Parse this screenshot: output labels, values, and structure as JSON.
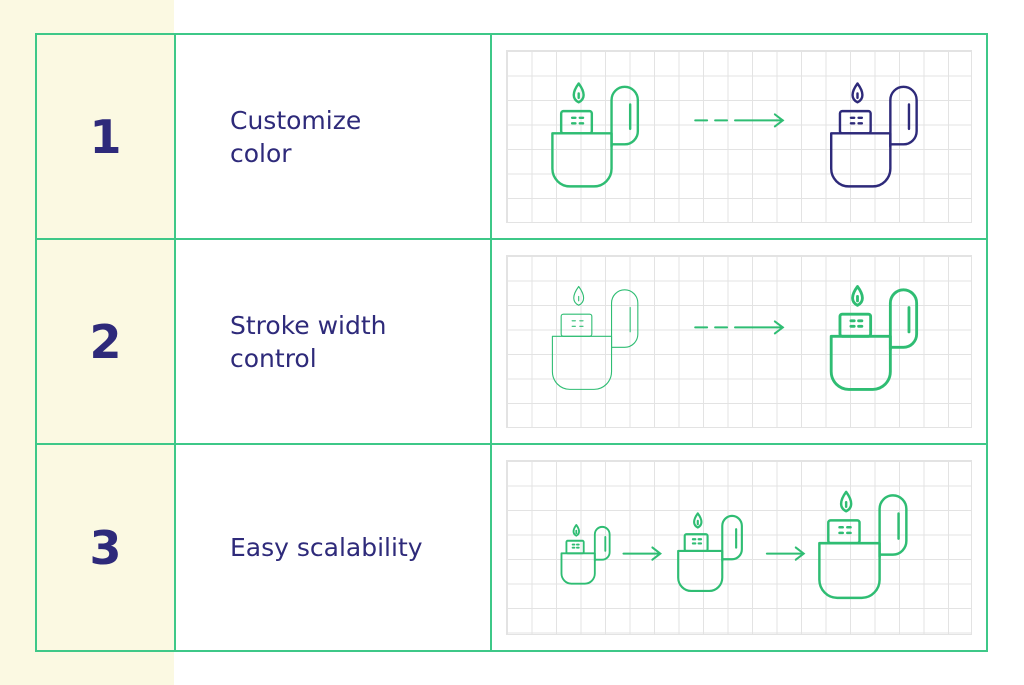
{
  "colors": {
    "green": "#2fbd73",
    "navy": "#2e2a7a",
    "border": "#3ec888",
    "cream": "#fbf9e2",
    "grid": "#e3e3e3"
  },
  "rows": [
    {
      "number": "1",
      "label": "Customize color"
    },
    {
      "number": "2",
      "label": "Stroke width control"
    },
    {
      "number": "3",
      "label": "Easy scalability"
    }
  ],
  "icons": {
    "subject": "lighter-icon",
    "connector": "arrow-right-icon"
  }
}
